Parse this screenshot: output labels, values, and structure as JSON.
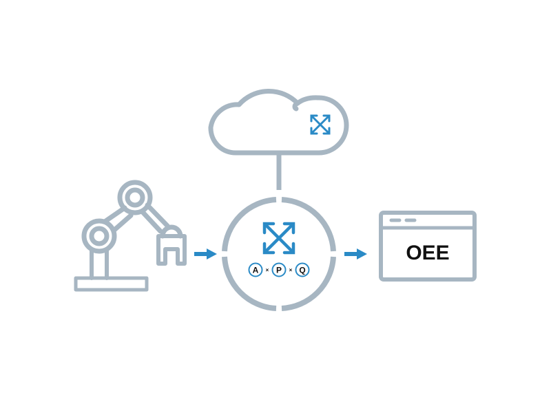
{
  "screen": {
    "label": "OEE"
  },
  "formula": {
    "a": "A",
    "p": "P",
    "q": "Q",
    "op1": "×",
    "op2": "×"
  },
  "colors": {
    "line_gray": "#a7b6c2",
    "accent_blue": "#2a8ac6",
    "text": "#111111",
    "background": "#ffffff"
  },
  "icons": {
    "machine": "robot-arm-icon",
    "cloud": "cloud-icon",
    "cloud_badge": "expand-arrows-icon",
    "hub_badge": "expand-arrows-icon",
    "flow": "arrow-right-icon",
    "output": "browser-window-icon"
  }
}
